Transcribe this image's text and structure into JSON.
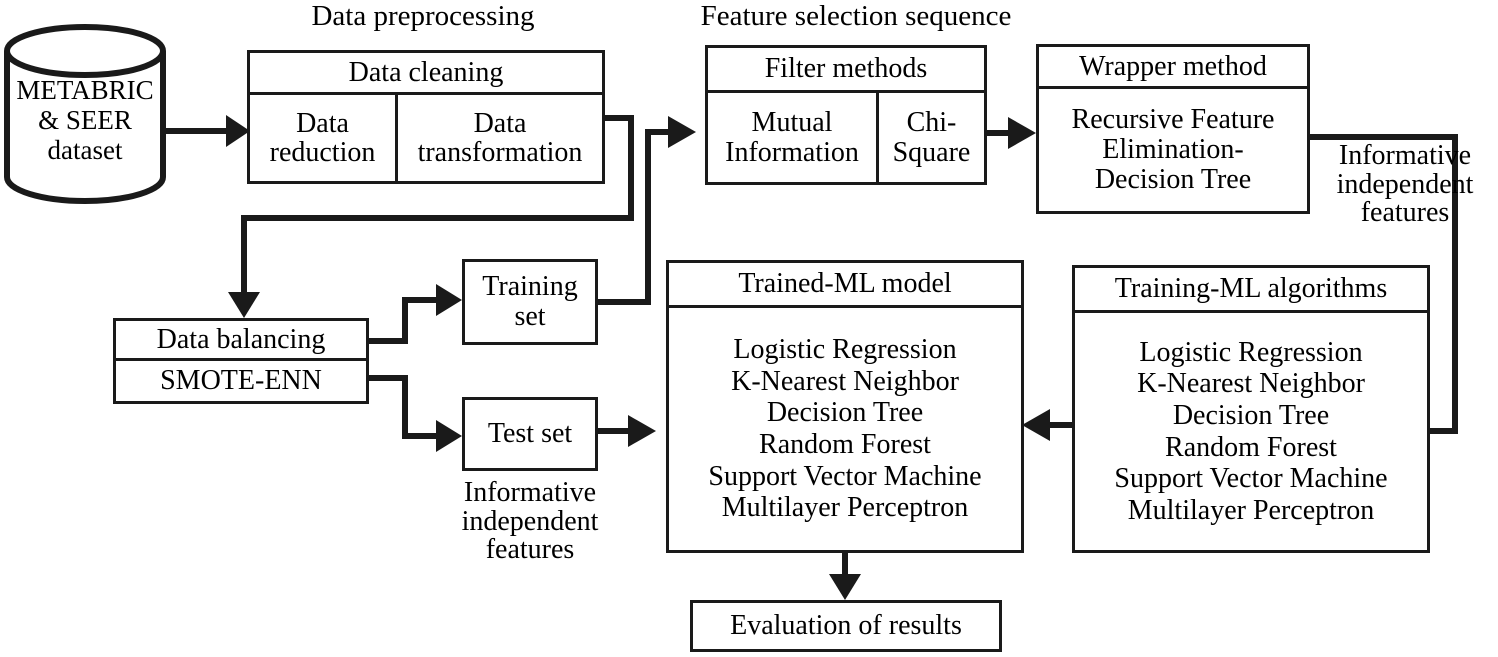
{
  "diagram": {
    "title_preprocessing": "Data preprocessing",
    "title_feature_selection": "Feature selection sequence"
  },
  "dataset": {
    "label": "METABRIC\n& SEER\ndataset"
  },
  "preprocessing": {
    "header": "Data cleaning",
    "cells": [
      "Data\nreduction",
      "Data\ntransformation"
    ]
  },
  "filter": {
    "header": "Filter methods",
    "cells": [
      "Mutual\nInformation",
      "Chi-\nSquare"
    ]
  },
  "wrapper": {
    "header": "Wrapper method",
    "body": "Recursive Feature\nElimination-\nDecision Tree"
  },
  "balancing": {
    "header": "Data balancing",
    "body": "SMOTE-ENN"
  },
  "training_set": {
    "label": "Training\nset"
  },
  "test_set": {
    "label": "Test set"
  },
  "trained_model": {
    "header": "Trained-ML model",
    "algorithms": [
      "Logistic Regression",
      "K-Nearest Neighbor",
      "Decision Tree",
      "Random Forest",
      "Support Vector Machine",
      "Multilayer Perceptron"
    ]
  },
  "training_algorithms": {
    "header": "Training-ML algorithms",
    "algorithms": [
      "Logistic Regression",
      "K-Nearest Neighbor",
      "Decision Tree",
      "Random Forest",
      "Support Vector Machine",
      "Multilayer Perceptron"
    ]
  },
  "evaluation": {
    "label": "Evaluation of results"
  },
  "labels": {
    "informative_right": "Informative\nindependent\nfeatures",
    "informative_left": "Informative\nindependent\nfeatures"
  },
  "colors": {
    "stroke": "#1a1a1a",
    "background": "#ffffff"
  }
}
